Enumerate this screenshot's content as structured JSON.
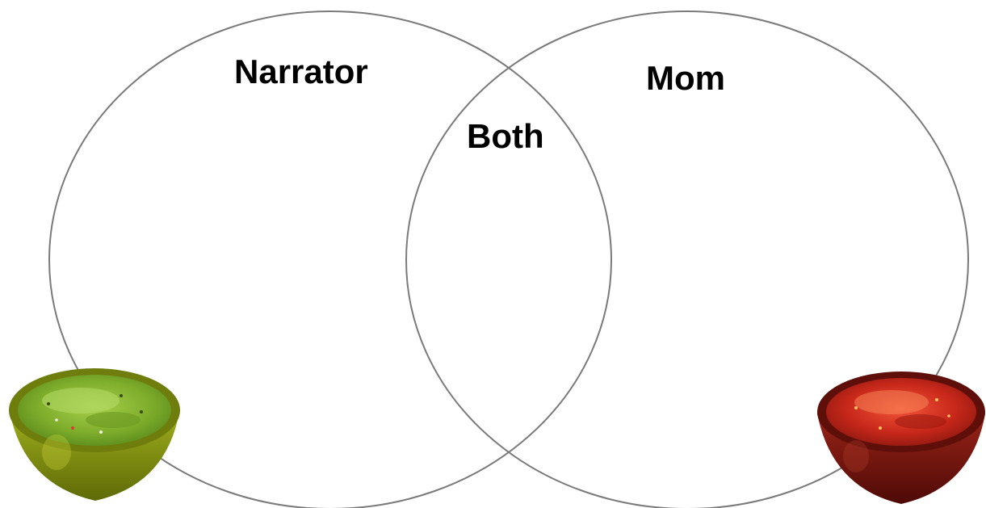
{
  "venn": {
    "left_label": "Narrator",
    "right_label": "Mom",
    "overlap_label": "Both",
    "circle_stroke_color": "#7a7a7a"
  },
  "decorations": {
    "left_bowl": {
      "icon": "green-salsa-bowl-icon",
      "fill_color": "#7fae2c",
      "bowl_color": "#8a9a12"
    },
    "right_bowl": {
      "icon": "red-salsa-bowl-icon",
      "fill_color": "#c8281a",
      "bowl_color": "#7a1410"
    }
  }
}
